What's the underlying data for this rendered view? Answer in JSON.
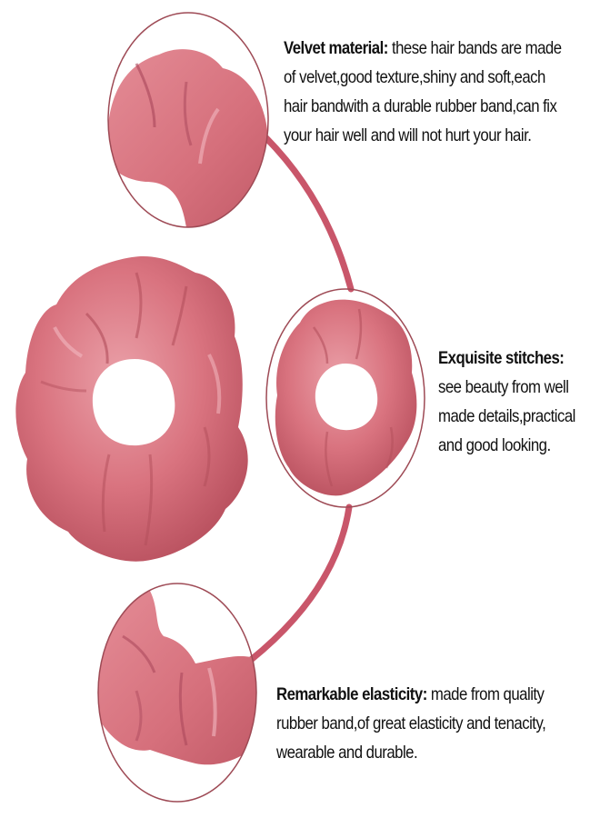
{
  "colors": {
    "background": "#ffffff",
    "connector_arc": "#c9566a",
    "circle_outline": "#9e4a55",
    "velvet_base": "#d9737f",
    "velvet_light": "#eaa0a8",
    "velvet_shadow": "#b8505e",
    "text": "#111111"
  },
  "images": {
    "main_scrunchie": "pink-velvet-scrunchie",
    "detail_top": "velvet-material-closeup",
    "detail_middle": "stitched-scrunchie-closeup",
    "detail_bottom": "elastic-band-closeup"
  },
  "features": [
    {
      "title": "Velvet material:",
      "lines": [
        " these hair bands are made",
        "of velvet,good texture,shiny and soft,each",
        "hair bandwith a durable rubber band,can fix",
        "your hair well and will not hurt your hair."
      ]
    },
    {
      "title": "Exquisite stitches:",
      "lines": [
        "",
        "see beauty from well",
        "made details,practical",
        "and good looking."
      ]
    },
    {
      "title": "Remarkable elasticity:",
      "lines": [
        " made from quality",
        "rubber band,of great elasticity and tenacity,",
        "wearable and durable."
      ]
    }
  ]
}
